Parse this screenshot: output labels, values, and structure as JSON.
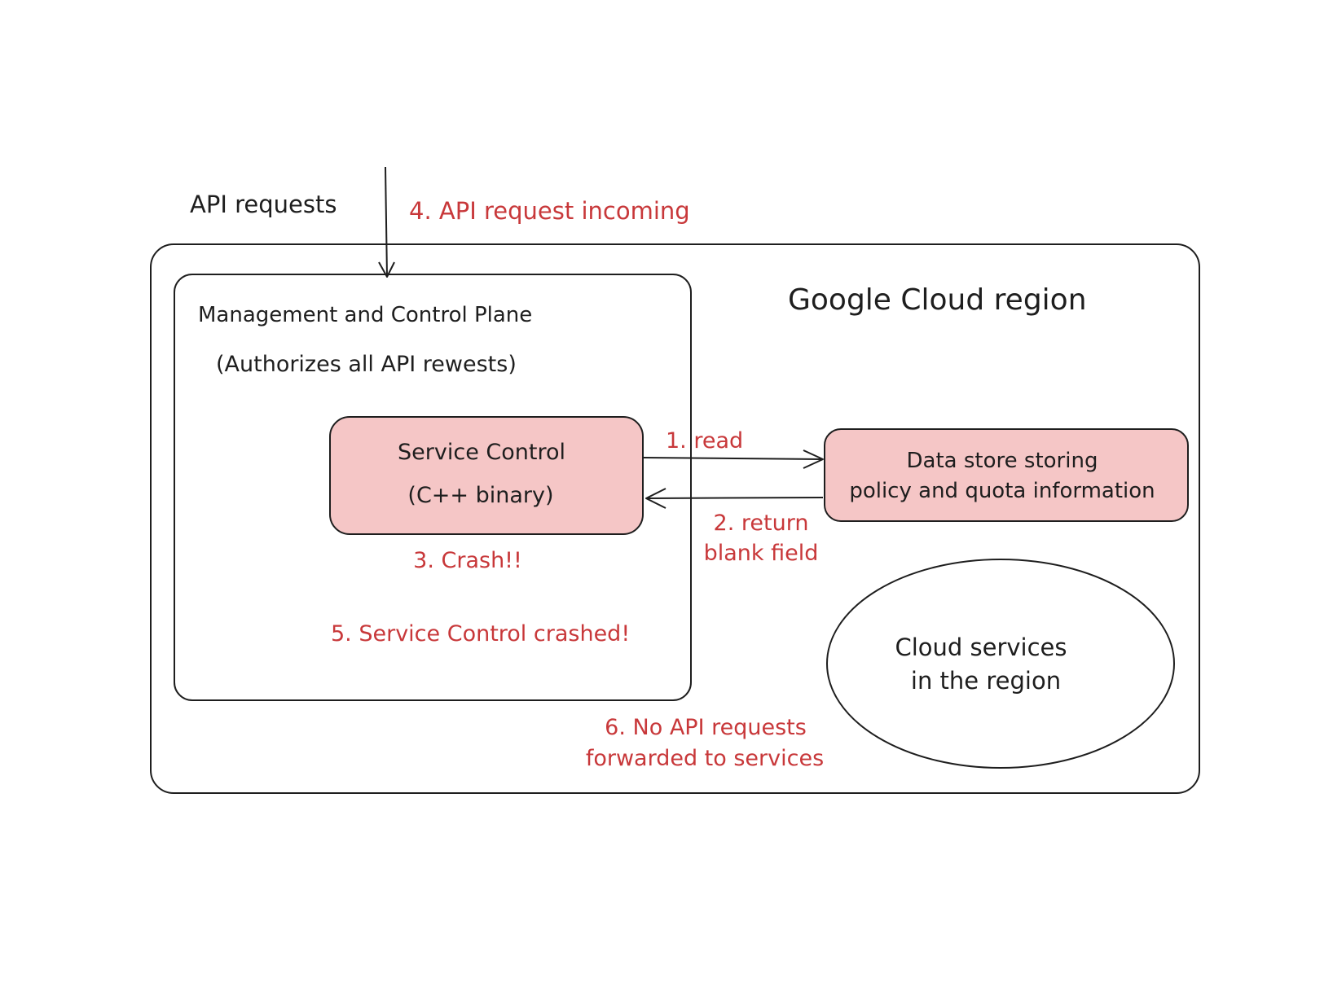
{
  "colors": {
    "ink": "#1e1e1e",
    "annotation": "#c8383a",
    "highlight_fill": "#f5c6c6",
    "background": "#ffffff"
  },
  "incoming": {
    "label": "API requests",
    "annotation": "4. API request incoming"
  },
  "region": {
    "title": "Google Cloud region"
  },
  "control_plane": {
    "title": "Management and Control Plane",
    "subtitle": "(Authorizes all API rewests)"
  },
  "service_control": {
    "line1": "Service Control",
    "line2": "(C++ binary)"
  },
  "data_store": {
    "line1": "Data store storing",
    "line2": "policy and quota information"
  },
  "cloud_services": {
    "line1": "Cloud services",
    "line2": "in the region"
  },
  "annotations": {
    "read": "1. read",
    "return_line1": "2. return",
    "return_line2": "blank field",
    "crash": "3. Crash!!",
    "crashed": "5. Service Control crashed!",
    "no_forward_line1": "6. No API requests",
    "no_forward_line2": "forwarded to services"
  }
}
